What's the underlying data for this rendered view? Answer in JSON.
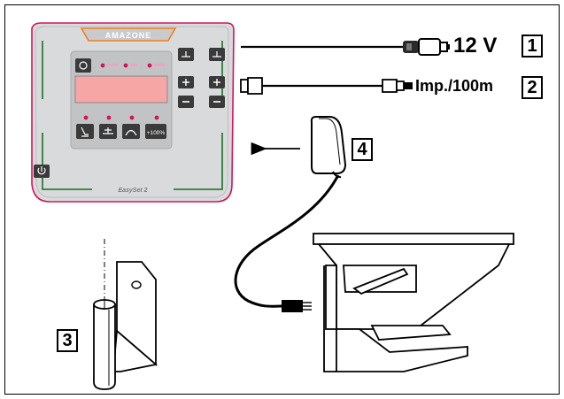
{
  "terminal": {
    "brand": "AMAZONE",
    "model": "EasySet 2",
    "button_icons": [
      "settings-icon",
      "plus-icon",
      "minus-icon",
      "spread-icon",
      "power-icon",
      "percent-100-button"
    ],
    "percent_label": "+100%",
    "led_color": "#d4145a",
    "display_color": "#f7a6a6",
    "housing_color": "#d9dadb",
    "accent_color": "#2f7d3a"
  },
  "callouts": {
    "power_voltage": "12 V",
    "power_number": "1",
    "pulse_label": "Imp./100m",
    "pulse_number": "2",
    "bracket_number": "3",
    "sensor_number": "4"
  }
}
